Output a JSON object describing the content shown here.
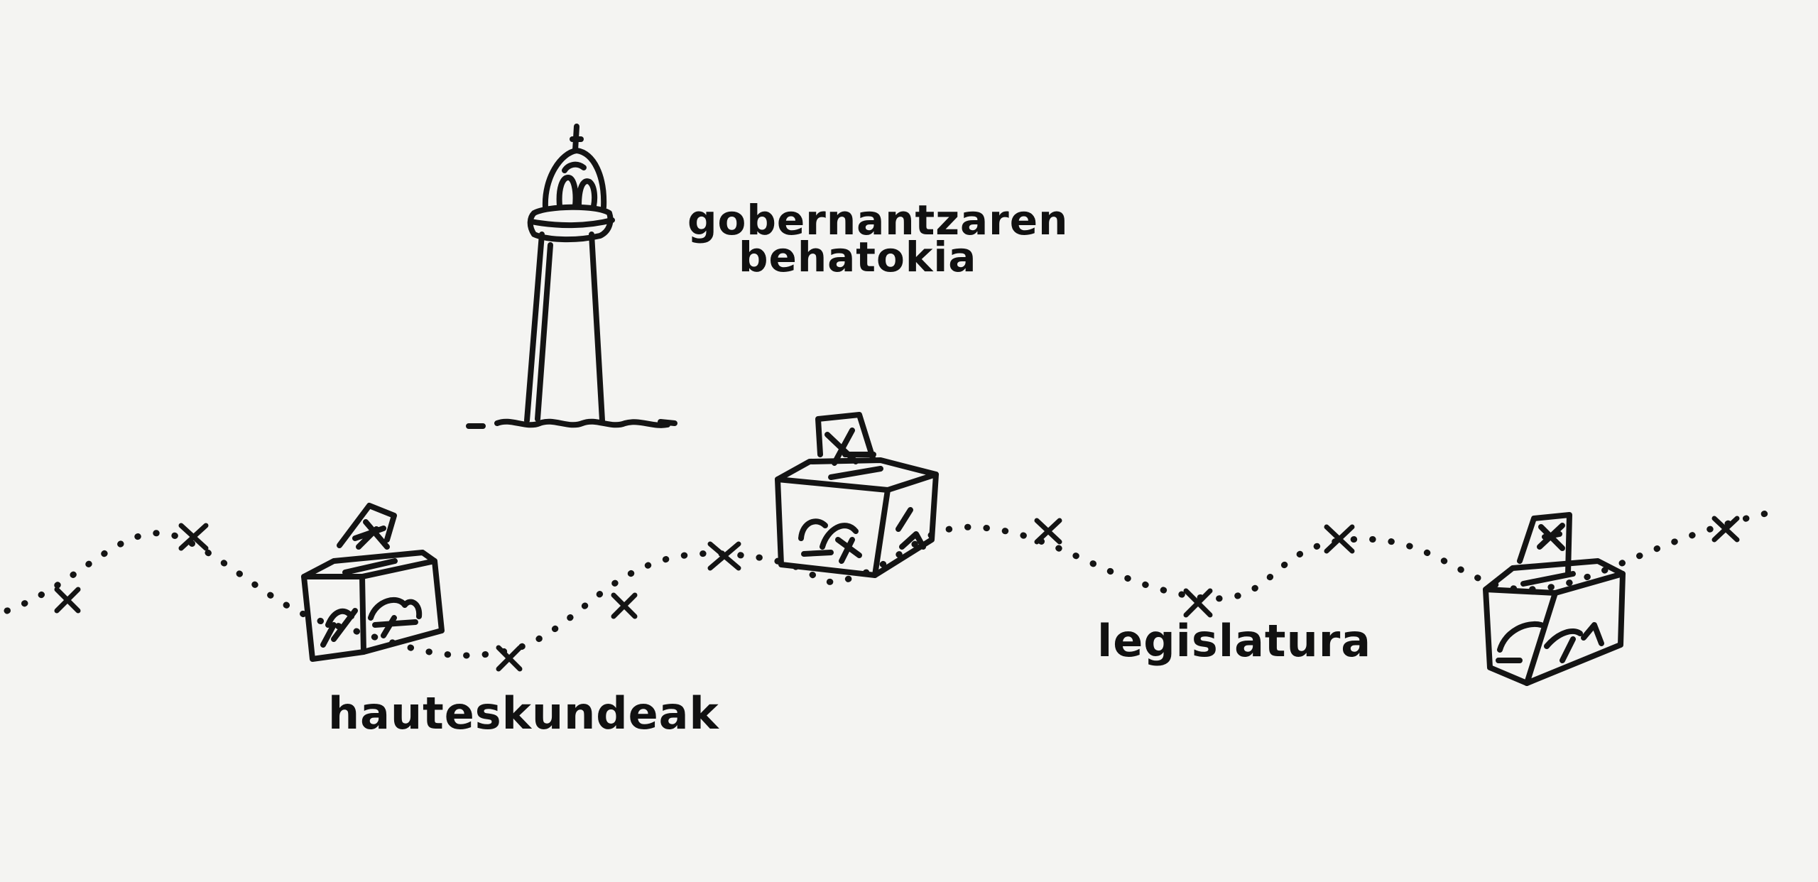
{
  "labels": {
    "observatory_line1": "gobernantzaren",
    "observatory_line2": "behatokia",
    "elections": "hauteskundeak",
    "legislature": "legislatura"
  },
  "colors": {
    "background": "#f4f4f2",
    "ink": "#141414"
  },
  "icons": [
    "lighthouse-icon",
    "ballot-box-icon",
    "route-x-mark"
  ]
}
